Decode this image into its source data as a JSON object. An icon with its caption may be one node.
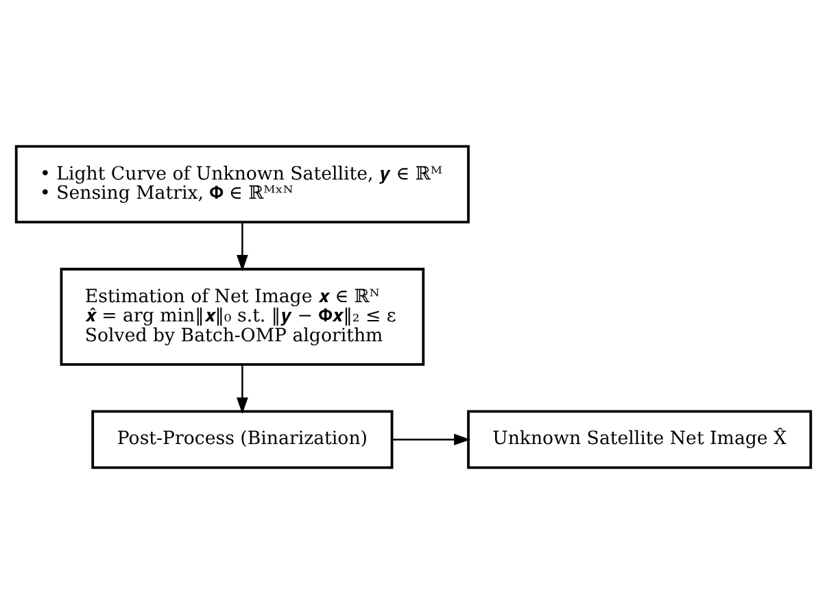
{
  "diagram": {
    "nodes": [
      {
        "text": [
          "• Light Curve of Unknown Satellite, 𝒚 ∈ ℝᴹ",
          "• Sensing Matrix, 𝚽 ∈ ℝᴹˣᴺ"
        ]
      },
      {
        "text": [
          "Estimation of Net Image 𝒙 ∈ ℝᴺ",
          "𝒙̂ = arg min‖𝒙‖₀ s.t. ‖𝒚 − 𝚽𝒙‖₂ ≤ ε",
          "Solved by Batch-OMP algorithm"
        ]
      },
      {
        "text": [
          "Post-Process (Binarization)"
        ]
      },
      {
        "text": [
          "Unknown Satellite Net Image X̂"
        ]
      }
    ],
    "edges": [
      {
        "from": 0,
        "to": 1,
        "arrow": "to"
      },
      {
        "from": 1,
        "to": 2,
        "arrow": "to"
      },
      {
        "from": 2,
        "to": 3,
        "arrow": "to"
      }
    ]
  }
}
